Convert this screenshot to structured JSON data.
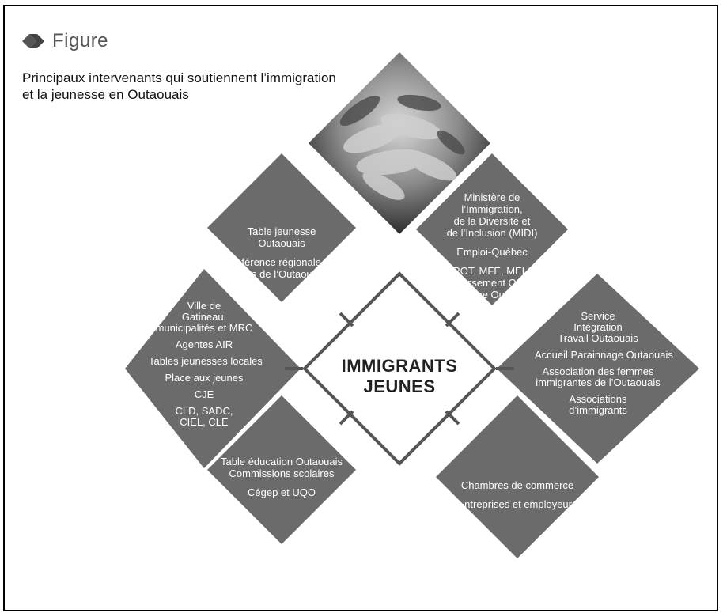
{
  "header": {
    "figure_label": "Figure",
    "title_lines": [
      "Principaux intervenants qui soutiennent l’immigration",
      "et la jeunesse en Outaouais"
    ]
  },
  "center": {
    "line1": "IMMIGRANTS",
    "line2": "JEUNES"
  },
  "diamonds": {
    "top_left": {
      "groups": [
        [
          "Table jeunesse",
          "Outaouais"
        ],
        [
          "Conférence régionale des",
          "élus de l’Outaouais"
        ]
      ]
    },
    "top_right": {
      "groups": [
        [
          "Ministère de",
          "l’Immigration,",
          "de la Diversité et",
          "de l’Inclusion (MIDI)"
        ],
        [
          "Emploi-Québec"
        ],
        [
          "MAMROT, MFE, MELS, MCC,",
          "Investissement Québec,",
          "Tourisme Outaouais"
        ]
      ]
    },
    "left": {
      "groups": [
        [
          "Ville de",
          "Gatineau,",
          "municipalités et MRC"
        ],
        [
          "Agentes AIR"
        ],
        [
          "Tables jeunesses locales"
        ],
        [
          "Place aux jeunes"
        ],
        [
          "CJE"
        ],
        [
          "CLD, SADC,",
          "CIEL, CLE"
        ]
      ]
    },
    "right": {
      "groups": [
        [
          "Service",
          "Intégration",
          "Travail Outaouais"
        ],
        [
          "Accueil Parainnage Outaouais"
        ],
        [
          "Association des femmes",
          "immigrantes de l’Outaouais"
        ],
        [
          "Associations",
          "d’immigrants"
        ]
      ]
    },
    "bottom_left": {
      "groups": [
        [
          "Table éducation Outaouais",
          "Commissions scolaires"
        ],
        [
          "Cégep et UQO"
        ]
      ]
    },
    "bottom_right": {
      "groups": [
        [
          "Chambres de commerce"
        ],
        [
          "Entreprises et employeurs"
        ]
      ]
    }
  },
  "colors": {
    "diamond_fill": "#6b6b6b",
    "photo_fill": "#3a3a3a",
    "center_stroke": "#555555"
  }
}
